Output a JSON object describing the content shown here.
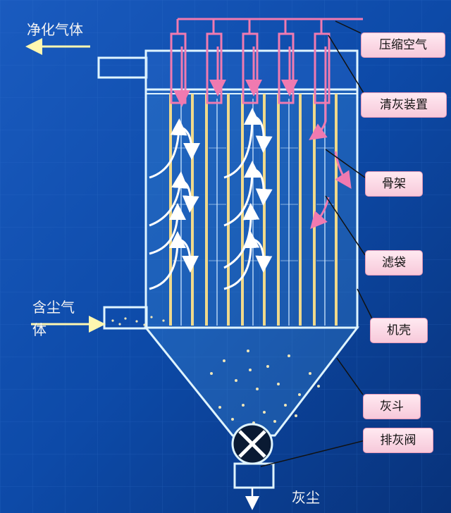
{
  "labels": {
    "compressed_air": "压缩空气",
    "cleaning_device": "清灰装置",
    "frame": "骨架",
    "filter_bag": "滤袋",
    "housing": "机壳",
    "ash_hopper": "灰斗",
    "discharge_valve": "排灰阀"
  },
  "flow_text": {
    "clean_gas": "净化气体",
    "dusty_gas_line1": "含尘气",
    "dusty_gas_line2": "体",
    "dust": "灰尘"
  },
  "colors": {
    "background": "#0b3f93",
    "outline": "#dff4ff",
    "air_pipe": "#f07ab0",
    "filter_bag": "#f0d98a",
    "arrow": "#ffffff",
    "flow_arrow": "#fff7b0",
    "label_bg": "#fbd3e2"
  }
}
